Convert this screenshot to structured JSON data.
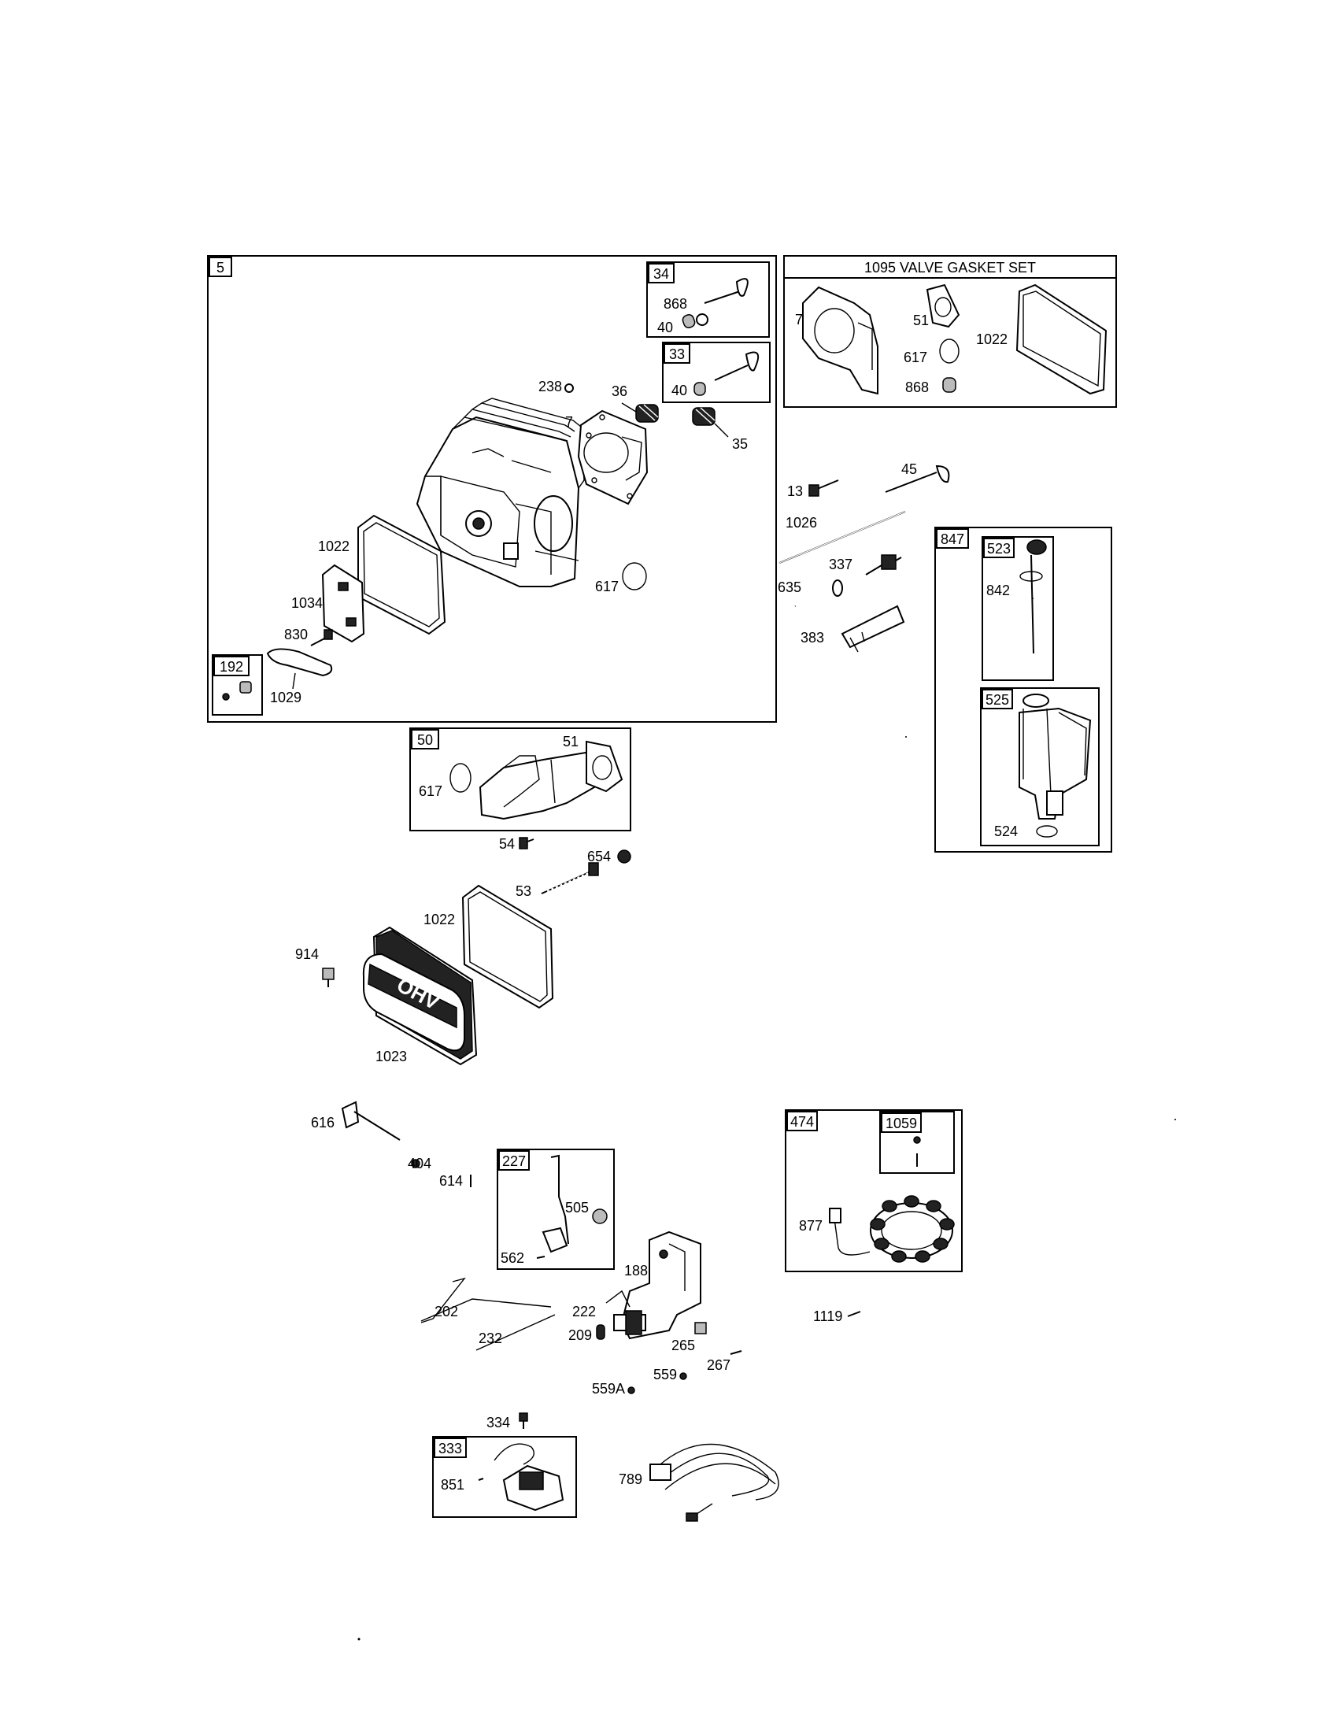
{
  "boxes": {
    "b5": "5",
    "b34": "34",
    "b33": "33",
    "b192": "192",
    "b1095": "1095 VALVE GASKET SET",
    "b847": "847",
    "b523": "523",
    "b525": "525",
    "b50": "50",
    "b227": "227",
    "b474": "474",
    "b1059": "1059",
    "b333": "333"
  },
  "labels": {
    "l868a": "868",
    "l40a": "40",
    "l40b": "40",
    "l238": "238",
    "l36": "36",
    "l7a": "7",
    "l35": "35",
    "l1022a": "1022",
    "l1034": "1034",
    "l830": "830",
    "l1029": "1029",
    "l617a": "617",
    "l7b": "7",
    "l51a": "51",
    "l617b": "617",
    "l1022b": "1022",
    "l868b": "868",
    "l13": "13",
    "l45": "45",
    "l1026": "1026",
    "l337": "337",
    "l635": "635",
    "l383": "383",
    "l842": "842",
    "l524": "524",
    "l51b": "51",
    "l617c": "617",
    "l54": "54",
    "l654": "654",
    "l53": "53",
    "l1022c": "1022",
    "l914": "914",
    "l1023": "1023",
    "l616": "616",
    "l404": "404",
    "l614": "614",
    "l505": "505",
    "l562": "562",
    "l188": "188",
    "l202": "202",
    "l222": "222",
    "l232": "232",
    "l209": "209",
    "l265": "265",
    "l267": "267",
    "l559": "559",
    "l559A": "559A",
    "l877": "877",
    "l1119": "1119",
    "l334": "334",
    "l851": "851",
    "l789": "789"
  },
  "cover_logo_text": "OHV"
}
